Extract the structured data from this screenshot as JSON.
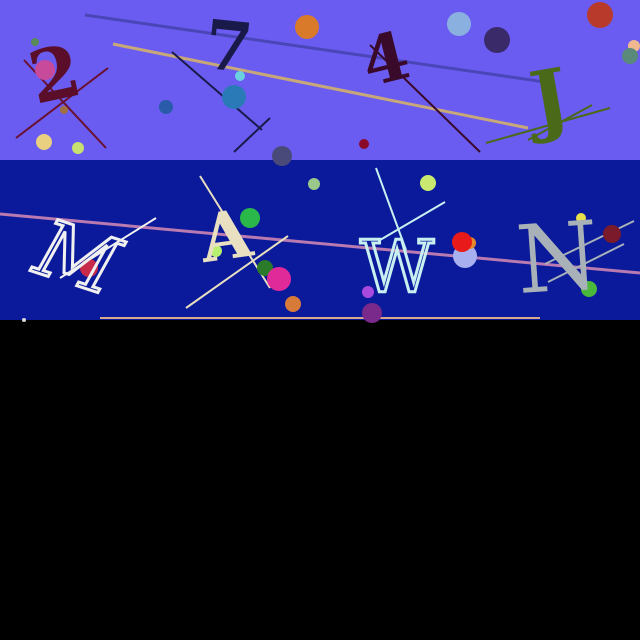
{
  "captcha": {
    "row1": {
      "background": "#6a5cf0",
      "characters": [
        {
          "text": "2",
          "color": "#5a0e2a"
        },
        {
          "text": "7",
          "color": "#1a1a4a"
        },
        {
          "text": "4",
          "color": "#3a0a2a"
        },
        {
          "text": "J",
          "color": "#4a6a1a"
        }
      ]
    },
    "row2": {
      "background": "#0a1a9a",
      "characters": [
        {
          "text": "M",
          "color": "#f0f0f0"
        },
        {
          "text": "A",
          "color": "#e8e0c0"
        },
        {
          "text": "W",
          "color": "#c8f0f0"
        },
        {
          "text": "N",
          "color": "#a8b0b8"
        }
      ]
    },
    "canvas_background": "#000000"
  }
}
